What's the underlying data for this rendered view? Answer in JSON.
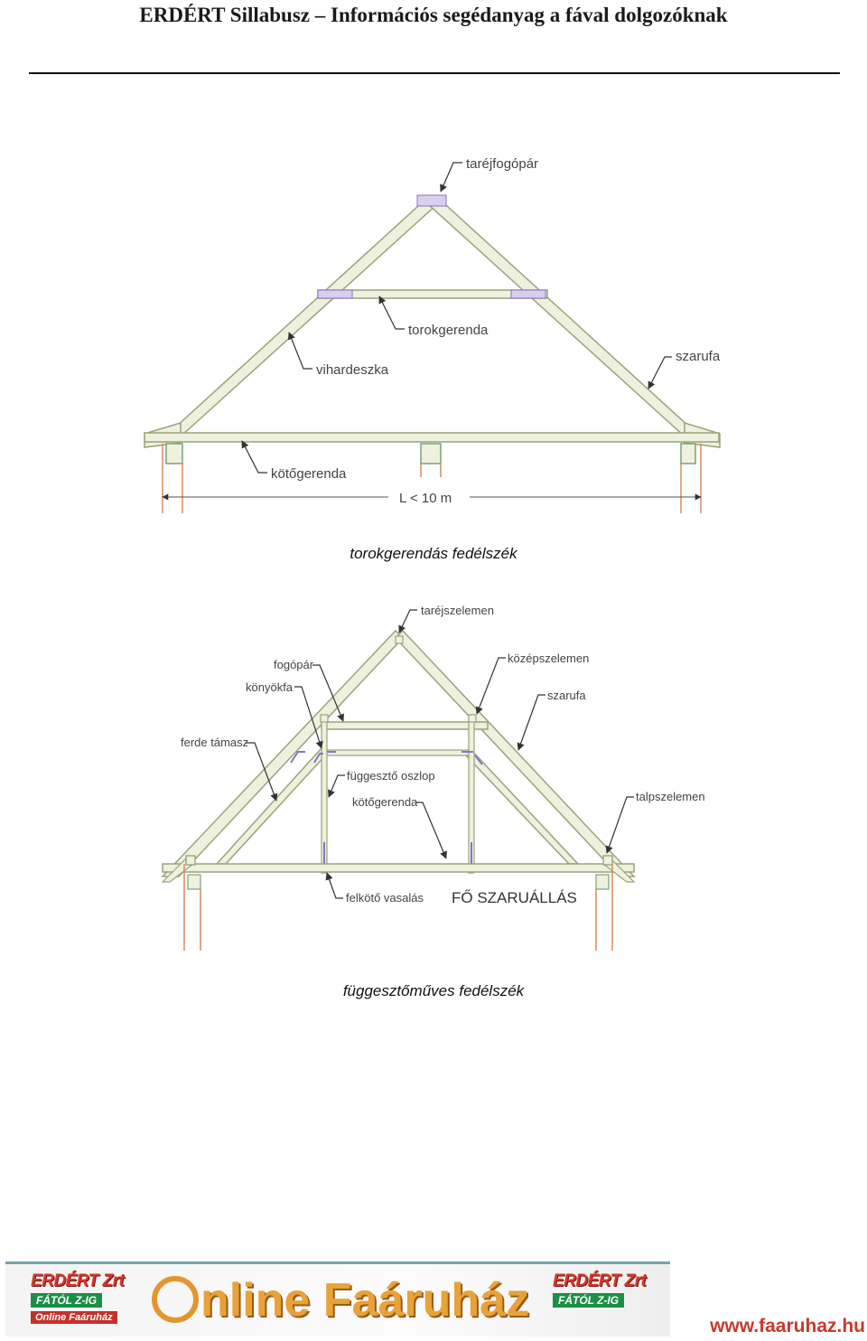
{
  "header": {
    "title": "ERDÉRT Sillabusz – Információs segédanyag a fával dolgozóknak"
  },
  "figure1": {
    "caption": "torokgerendás fedélszék",
    "labels": {
      "ridge_pair": "taréjfogópár",
      "collar_beam": "torokgerenda",
      "wind_brace": "vihardeszka",
      "rafter": "szarufa",
      "tie_beam": "kötőgerenda",
      "span": "L < 10 m"
    }
  },
  "figure2": {
    "caption": "függesztőműves fedélszék",
    "labels": {
      "ridge_purlin": "taréjszelemen",
      "collar_pair": "fogópár",
      "knee_brace": "könyökfa",
      "middle_purlin": "középszelemen",
      "rafter": "szarufa",
      "strut": "ferde támasz",
      "queen_post": "függesztő oszlop",
      "tie_beam": "kötőgerenda",
      "wall_plate": "talpszelemen",
      "hanger": "felkötő vasalás",
      "main_truss": "FŐ SZARUÁLLÁS"
    }
  },
  "footer": {
    "brand_top_left": "ERDÉRT Zrt",
    "brand_mid_left": "FÁTÓL Z-IG",
    "brand_bot_left": "Online Faáruház",
    "online_title": "nline Faáruház",
    "brand_top_right": "ERDÉRT Zrt",
    "brand_mid_right": "FÁTÓL Z-IG",
    "url": "www.faaruhaz.hu"
  },
  "colors": {
    "timber": "#c8d0a8",
    "timber_edge": "#9aa37a",
    "post": "#d98a5a",
    "steel": "#8a70c8",
    "leader": "#333333"
  }
}
